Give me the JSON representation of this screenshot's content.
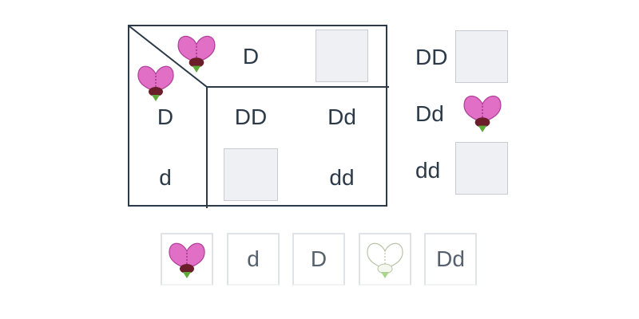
{
  "punnett_square": {
    "column_header": "D",
    "row_headers": [
      "D",
      "d"
    ],
    "cells": {
      "r1c1": "DD",
      "r1c2": "Dd",
      "r2c2": "dd"
    },
    "colors": {
      "border": "#2c3a48",
      "drop_box": "#eef0f3"
    }
  },
  "genotype_key": {
    "rows": [
      {
        "label": "DD",
        "slot": "empty"
      },
      {
        "label": "Dd",
        "slot": "purple-flower-icon"
      },
      {
        "label": "dd",
        "slot": "empty"
      }
    ]
  },
  "answer_bank": {
    "tiles": [
      {
        "icon": "purple-flower-icon"
      },
      {
        "label": "d"
      },
      {
        "label": "D"
      },
      {
        "icon": "white-flower-icon"
      },
      {
        "label": "Dd"
      }
    ]
  },
  "colors": {
    "petal": "#e26fc6",
    "petal_white": "#ffffff",
    "flower_center": "#6b1e2a",
    "stem": "#5fa83a"
  }
}
